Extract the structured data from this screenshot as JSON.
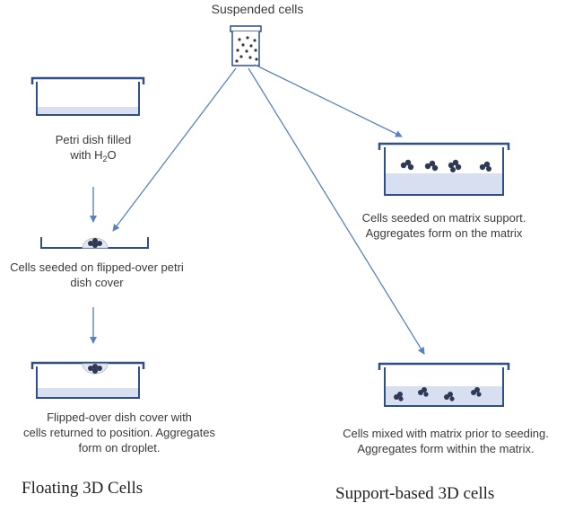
{
  "title": "Suspended cells",
  "floating": {
    "heading": "Floating 3D Cells",
    "step1": {
      "line1": "Petri dish filled",
      "line2_prefix": "with H",
      "line2_sub": "2",
      "line2_suffix": "O"
    },
    "step2": {
      "line1": "Cells seeded on flipped-over petri",
      "line2": "dish cover"
    },
    "step3": {
      "line1": "Flipped-over dish cover with",
      "line2": "cells returned to position. Aggregates",
      "line3": "form on droplet."
    }
  },
  "support": {
    "heading": "Support-based 3D cells",
    "matrix_support": {
      "line1": "Cells seeded on matrix support.",
      "line2": "Aggregates form on the matrix"
    },
    "matrix_mixed": {
      "line1": "Cells mixed with matrix prior to seeding.",
      "line2": "Aggregates form within the matrix."
    }
  },
  "colors": {
    "dish_stroke": "#2f4f86",
    "arrow": "#5b82c0",
    "matrix_fill": "#d8dff0",
    "cell_fill": "#2e3a55"
  }
}
